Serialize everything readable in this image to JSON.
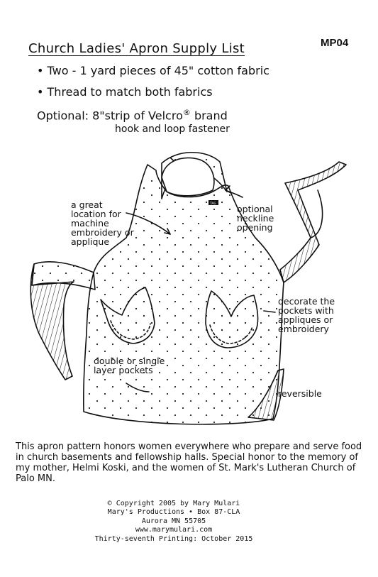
{
  "header": {
    "title": "Church Ladies' Apron Supply List",
    "code": "MP04"
  },
  "supplies": {
    "items": [
      "• Two - 1 yard pieces of 45\" cotton fabric",
      "• Thread to match both fabrics"
    ],
    "optional_line1": "Optional: 8\"strip of Velcro",
    "optional_mark": "®",
    "optional_line1_end": " brand",
    "optional_line2": "hook and loop fastener"
  },
  "illustration": {
    "label_text": "TAG",
    "notes": {
      "embroidery": "a great location for machine embroidery or applique",
      "neckline": "optional neckline opening",
      "decorate": "decorate the pockets with appliques or embroidery",
      "pockets": "double or single layer pockets",
      "reversible": "reversible"
    }
  },
  "dedication": "This apron pattern honors women everywhere who prepare and serve food in church basements and fellowship halls. Special honor to the memory of my mother, Helmi Koski, and the women of St. Mark's Lutheran Church of Palo MN.",
  "colophon": [
    "© Copyright 2005 by Mary Mulari",
    "Mary's Productions • Box 87-CLA",
    "Aurora MN 55705",
    "www.marymulari.com",
    "Thirty-seventh Printing: October 2015"
  ]
}
